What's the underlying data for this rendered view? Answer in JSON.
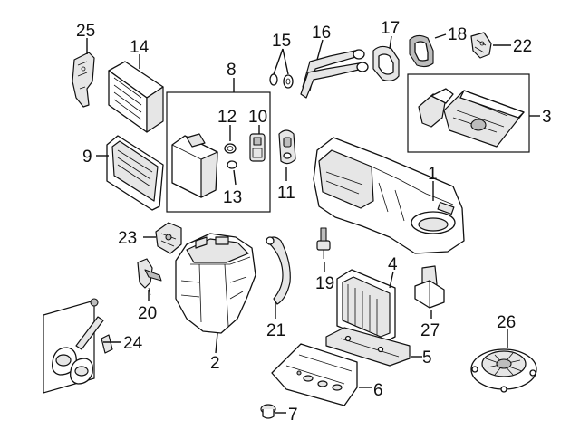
{
  "callouts": [
    {
      "id": "c1",
      "text": "1"
    },
    {
      "id": "c2",
      "text": "2"
    },
    {
      "id": "c3",
      "text": "3"
    },
    {
      "id": "c4",
      "text": "4"
    },
    {
      "id": "c5",
      "text": "5"
    },
    {
      "id": "c6",
      "text": "6"
    },
    {
      "id": "c7",
      "text": "7"
    },
    {
      "id": "c8",
      "text": "8"
    },
    {
      "id": "c9",
      "text": "9"
    },
    {
      "id": "c10",
      "text": "10"
    },
    {
      "id": "c11",
      "text": "11"
    },
    {
      "id": "c12",
      "text": "12"
    },
    {
      "id": "c13",
      "text": "13"
    },
    {
      "id": "c14",
      "text": "14"
    },
    {
      "id": "c15",
      "text": "15"
    },
    {
      "id": "c16",
      "text": "16"
    },
    {
      "id": "c17",
      "text": "17"
    },
    {
      "id": "c18",
      "text": "18"
    },
    {
      "id": "c19",
      "text": "19"
    },
    {
      "id": "c20",
      "text": "20"
    },
    {
      "id": "c21",
      "text": "21"
    },
    {
      "id": "c22",
      "text": "22"
    },
    {
      "id": "c23",
      "text": "23"
    },
    {
      "id": "c24",
      "text": "24"
    },
    {
      "id": "c25",
      "text": "25"
    },
    {
      "id": "c26",
      "text": "26"
    },
    {
      "id": "c27",
      "text": "27"
    }
  ]
}
